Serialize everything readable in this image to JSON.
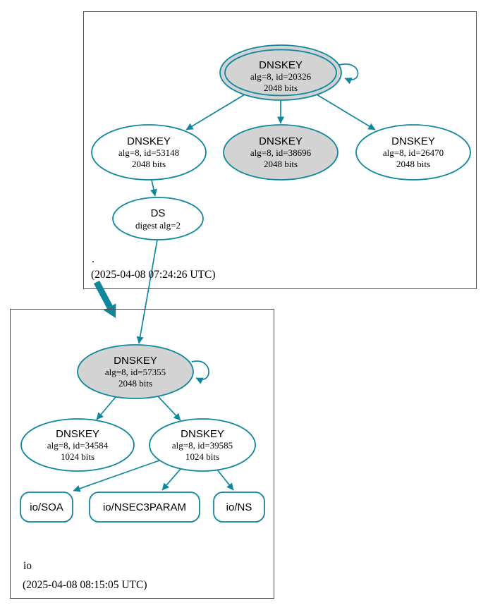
{
  "zones": {
    "root": {
      "label": ".",
      "timestamp": "(2025-04-08 07:24:26 UTC)"
    },
    "io": {
      "label": "io",
      "timestamp": "(2025-04-08 08:15:05 UTC)"
    }
  },
  "nodes": {
    "root_ksk_20326": {
      "title": "DNSKEY",
      "algid": "alg=8, id=20326",
      "bits": "2048 bits"
    },
    "root_key_53148": {
      "title": "DNSKEY",
      "algid": "alg=8, id=53148",
      "bits": "2048 bits"
    },
    "root_key_38696": {
      "title": "DNSKEY",
      "algid": "alg=8, id=38696",
      "bits": "2048 bits"
    },
    "root_key_26470": {
      "title": "DNSKEY",
      "algid": "alg=8, id=26470",
      "bits": "2048 bits"
    },
    "root_ds": {
      "title": "DS",
      "algid": "digest alg=2"
    },
    "io_ksk_57355": {
      "title": "DNSKEY",
      "algid": "alg=8, id=57355",
      "bits": "2048 bits"
    },
    "io_key_34584": {
      "title": "DNSKEY",
      "algid": "alg=8, id=34584",
      "bits": "1024 bits"
    },
    "io_key_39585": {
      "title": "DNSKEY",
      "algid": "alg=8, id=39585",
      "bits": "1024 bits"
    },
    "io_soa": {
      "label": "io/SOA"
    },
    "io_nsec3param": {
      "label": "io/NSEC3PARAM"
    },
    "io_ns": {
      "label": "io/NS"
    }
  },
  "edges": [
    "root_ksk_20326 -> root_ksk_20326 (self)",
    "root_ksk_20326 -> root_key_53148",
    "root_ksk_20326 -> root_key_38696",
    "root_ksk_20326 -> root_key_26470",
    "root_key_53148 -> root_ds",
    "root_ds -> io_ksk_57355",
    "root zone -> io zone (delegation, thick arrow)",
    "io_ksk_57355 -> io_ksk_57355 (self)",
    "io_ksk_57355 -> io_key_34584",
    "io_ksk_57355 -> io_key_39585",
    "io_key_39585 -> io_soa",
    "io_key_39585 -> io_nsec3param",
    "io_key_39585 -> io_ns"
  ],
  "colors": {
    "edge_secure": "#0e879c",
    "key_node_fill": "#d3d3d3",
    "node_fill": "#ffffff",
    "cluster_border": "#4d4d4d"
  }
}
